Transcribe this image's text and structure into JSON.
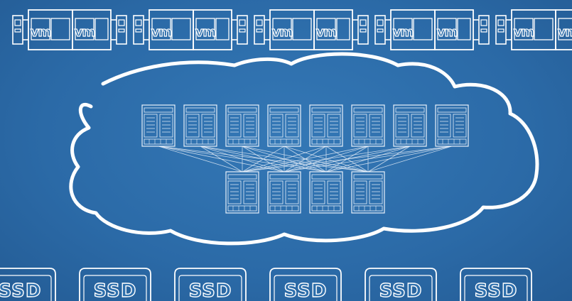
{
  "hosts": {
    "count": 5,
    "vm_label": "vm"
  },
  "storage": {
    "count": 6,
    "ssd_label": "SSD"
  },
  "fabric": {
    "spine_count": 8,
    "leaf_count": 4
  },
  "colors": {
    "background": "#2a6aa8",
    "line": "#ffffff"
  }
}
